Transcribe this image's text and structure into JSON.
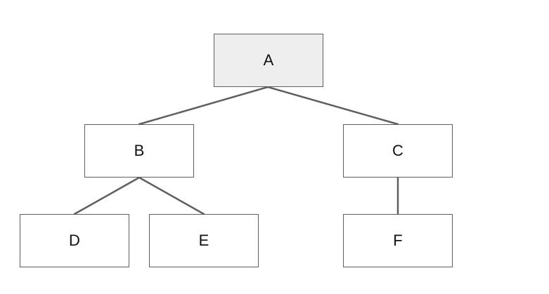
{
  "diagram": {
    "type": "tree",
    "root_fill": "#eeeeee",
    "node_fill": "#ffffff",
    "edge_color": "#5f5f5f",
    "nodes": {
      "a": {
        "label": "A"
      },
      "b": {
        "label": "B"
      },
      "c": {
        "label": "C"
      },
      "d": {
        "label": "D"
      },
      "e": {
        "label": "E"
      },
      "f": {
        "label": "F"
      }
    },
    "edges": [
      [
        "A",
        "B"
      ],
      [
        "A",
        "C"
      ],
      [
        "B",
        "D"
      ],
      [
        "B",
        "E"
      ],
      [
        "C",
        "F"
      ]
    ]
  }
}
